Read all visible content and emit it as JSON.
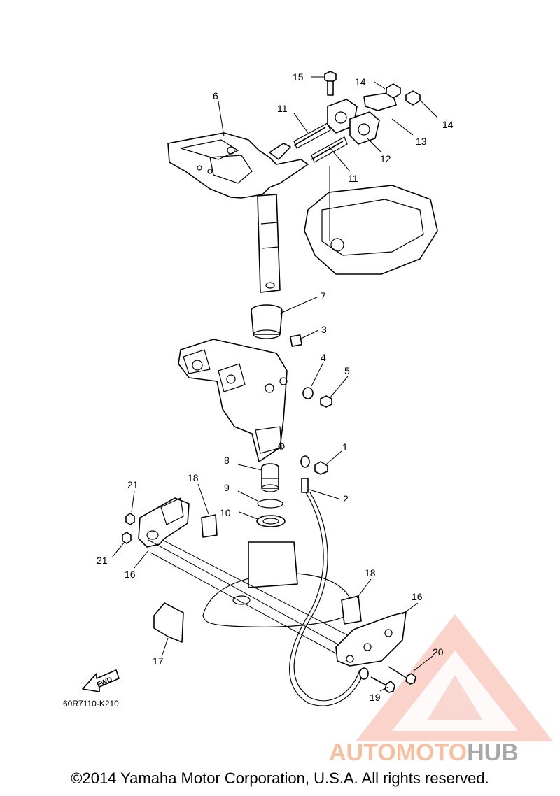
{
  "diagram": {
    "code": "60R7110-K210",
    "fwd_label": "FWD",
    "callouts": {
      "c1": "1",
      "c2": "2",
      "c3": "3",
      "c4": "4",
      "c5": "5",
      "c6": "6",
      "c7": "7",
      "c8": "8",
      "c9": "9",
      "c10": "10",
      "c11a": "11",
      "c11b": "11",
      "c12": "12",
      "c13": "13",
      "c14a": "14",
      "c14b": "14",
      "c15": "15",
      "c16a": "16",
      "c16b": "16",
      "c17": "17",
      "c18a": "18",
      "c18b": "18",
      "c19": "19",
      "c20": "20",
      "c21a": "21",
      "c21b": "21"
    }
  },
  "watermark": {
    "part1": "AUTOMOTO",
    "part2": "HUB",
    "color_primary": "#f4a090",
    "color_secondary": "#f9c2a0",
    "color_hub": "#9a9a9a"
  },
  "footer": {
    "copyright": "©2014 Yamaha Motor Corporation, U.S.A. All rights reserved."
  }
}
